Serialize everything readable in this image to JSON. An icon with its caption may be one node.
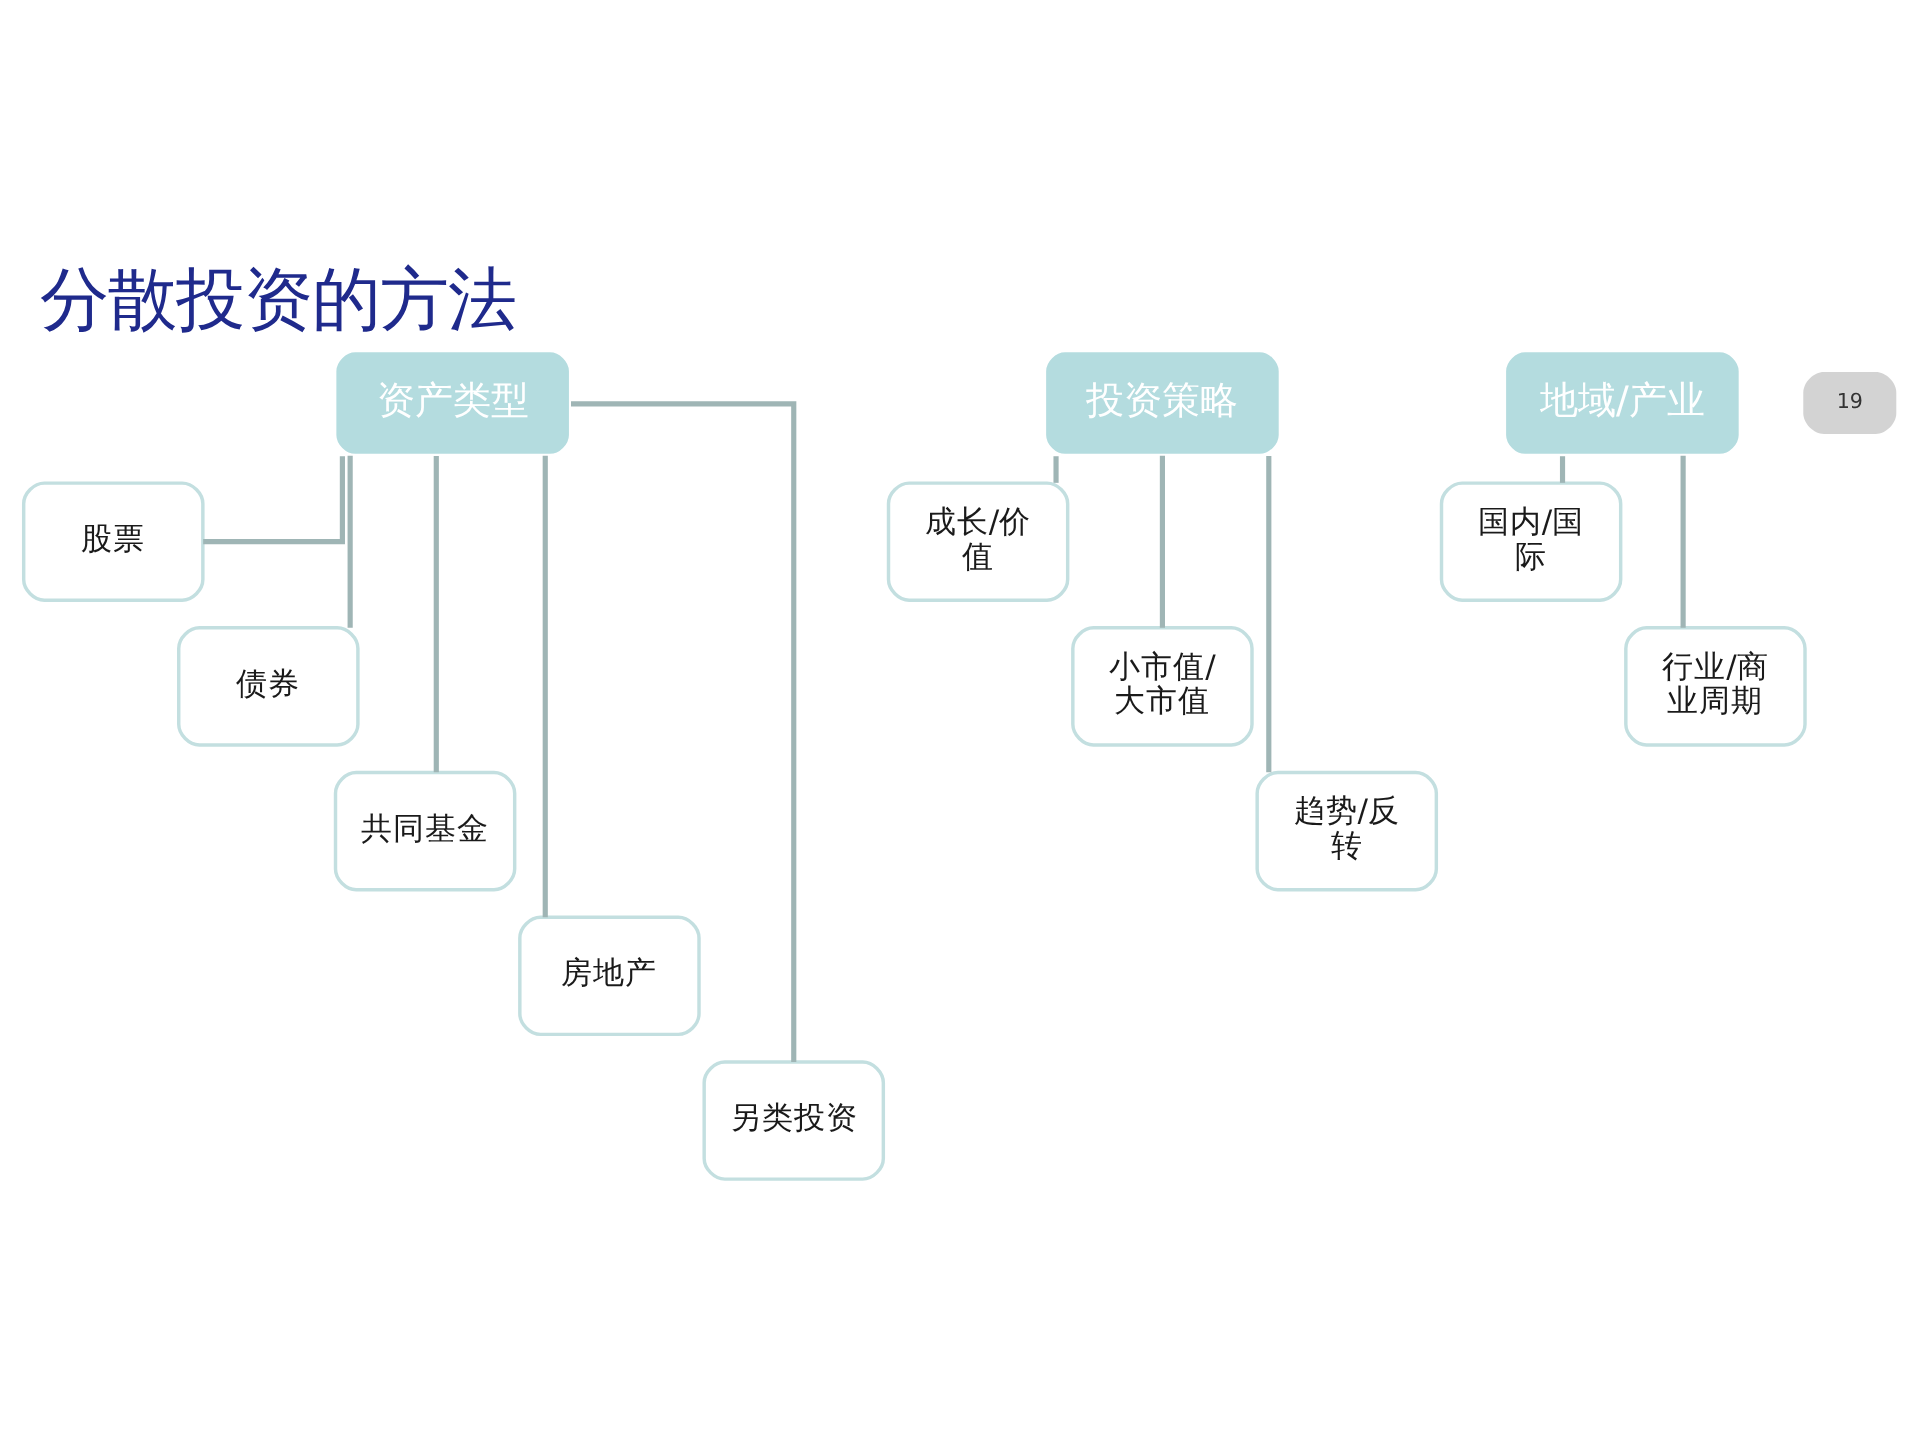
{
  "diagram": {
    "title": "分散投资的方法",
    "nodes": [
      {
        "text": [
          "资产类型"
        ]
      },
      {
        "text": [
          "股票"
        ]
      },
      {
        "text": [
          "债券"
        ]
      },
      {
        "text": [
          "共同基金"
        ]
      },
      {
        "text": [
          "房地产"
        ]
      },
      {
        "text": [
          "另类投资"
        ]
      },
      {
        "text": [
          "投资策略"
        ]
      },
      {
        "text": [
          "成长/价值"
        ]
      },
      {
        "text": [
          "小市值/大市值"
        ]
      },
      {
        "text": [
          "趋势/反转"
        ]
      },
      {
        "text": [
          "地域/产业"
        ]
      },
      {
        "text": [
          "国内/国际"
        ]
      },
      {
        "text": [
          "行业/商业周期"
        ]
      }
    ],
    "edges": [
      {
        "from": 0,
        "to": 1,
        "arrow": "none"
      },
      {
        "from": 0,
        "to": 2,
        "arrow": "none"
      },
      {
        "from": 0,
        "to": 3,
        "arrow": "none"
      },
      {
        "from": 0,
        "to": 4,
        "arrow": "none"
      },
      {
        "from": 0,
        "to": 5,
        "arrow": "none"
      },
      {
        "from": 6,
        "to": 7,
        "arrow": "none"
      },
      {
        "from": 6,
        "to": 8,
        "arrow": "none"
      },
      {
        "from": 6,
        "to": 9,
        "arrow": "none"
      },
      {
        "from": 10,
        "to": 11,
        "arrow": "none"
      },
      {
        "from": 10,
        "to": 12,
        "arrow": "none"
      }
    ],
    "labels": [
      "19"
    ]
  }
}
